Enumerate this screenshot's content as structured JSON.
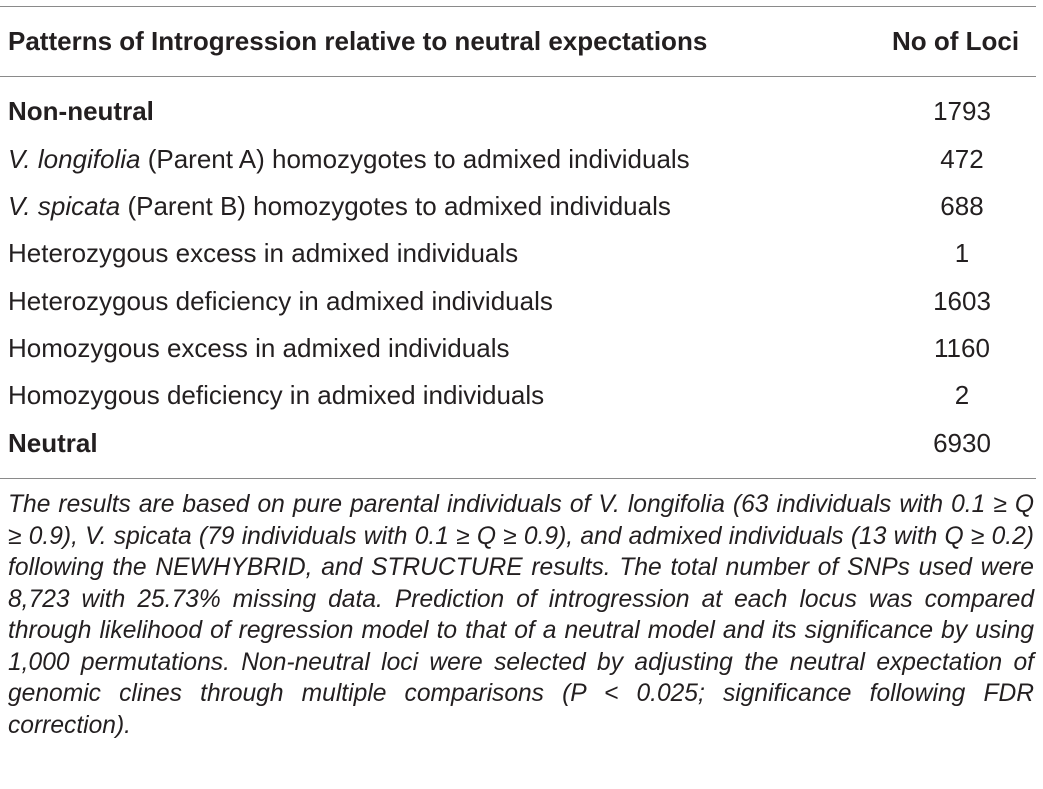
{
  "table": {
    "header": {
      "label": "Patterns of Introgression relative to neutral expectations",
      "value": "No of Loci"
    },
    "rows": [
      {
        "label": "Non-neutral",
        "value": "1793",
        "bold": true
      },
      {
        "label_italic": "V. longifolia",
        "label_rest": " (Parent A) homozygotes to admixed individuals",
        "value": "472"
      },
      {
        "label_italic": "V. spicata",
        "label_rest": " (Parent B) homozygotes to admixed individuals",
        "value": "688"
      },
      {
        "label": "Heterozygous excess in admixed individuals",
        "value": "1"
      },
      {
        "label": "Heterozygous deficiency in admixed individuals",
        "value": "1603"
      },
      {
        "label": "Homozygous excess in admixed individuals",
        "value": "1160"
      },
      {
        "label": "Homozygous deficiency in admixed individuals",
        "value": "2"
      },
      {
        "label": "Neutral",
        "value": "6930",
        "bold": true
      }
    ]
  },
  "footnote": "The results are based on pure parental individuals of V. longifolia (63 individuals with 0.1 ≥ Q ≥ 0.9), V. spicata (79 individuals with 0.1 ≥ Q ≥ 0.9), and admixed individuals (13 with Q ≥ 0.2) following the NEWHYBRID, and STRUCTURE results. The total number of SNPs used were 8,723 with 25.73% missing data. Prediction of introgression at each locus was compared through likelihood of regression model to that of a neutral model and its significance by using 1,000 permutations. Non-neutral loci were selected by adjusting the neutral expectation of genomic clines through multiple comparisons (P < 0.025; significance following FDR correction)."
}
